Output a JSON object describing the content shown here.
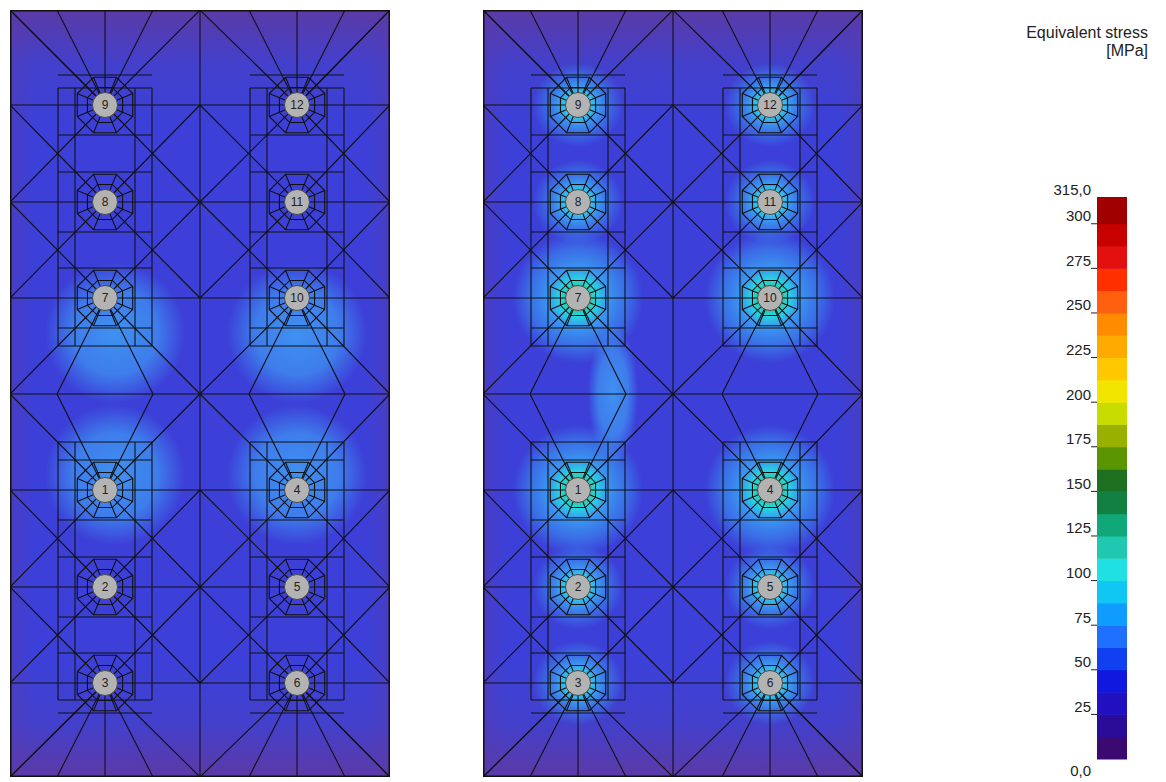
{
  "diagram": {
    "nodes": [
      {
        "text": [
          "9"
        ]
      },
      {
        "text": [
          "12"
        ]
      },
      {
        "text": [
          "8"
        ]
      },
      {
        "text": [
          "11"
        ]
      },
      {
        "text": [
          "7"
        ]
      },
      {
        "text": [
          "10"
        ]
      },
      {
        "text": [
          "1"
        ]
      },
      {
        "text": [
          "4"
        ]
      },
      {
        "text": [
          "2"
        ]
      },
      {
        "text": [
          "5"
        ]
      },
      {
        "text": [
          "3"
        ]
      },
      {
        "text": [
          "6"
        ]
      },
      {
        "text": [
          "9"
        ]
      },
      {
        "text": [
          "12"
        ]
      },
      {
        "text": [
          "8"
        ]
      },
      {
        "text": [
          "11"
        ]
      },
      {
        "text": [
          "7"
        ]
      },
      {
        "text": [
          "10"
        ]
      },
      {
        "text": [
          "1"
        ]
      },
      {
        "text": [
          "4"
        ]
      },
      {
        "text": [
          "2"
        ]
      },
      {
        "text": [
          "5"
        ]
      },
      {
        "text": [
          "3"
        ]
      },
      {
        "text": [
          "6"
        ]
      }
    ],
    "labels": [
      "Equivalent stress [MPa]",
      "315,0",
      "300",
      "275",
      "250",
      "225",
      "200",
      "175",
      "150",
      "125",
      "100",
      "75",
      "50",
      "25",
      "0,0"
    ]
  }
}
